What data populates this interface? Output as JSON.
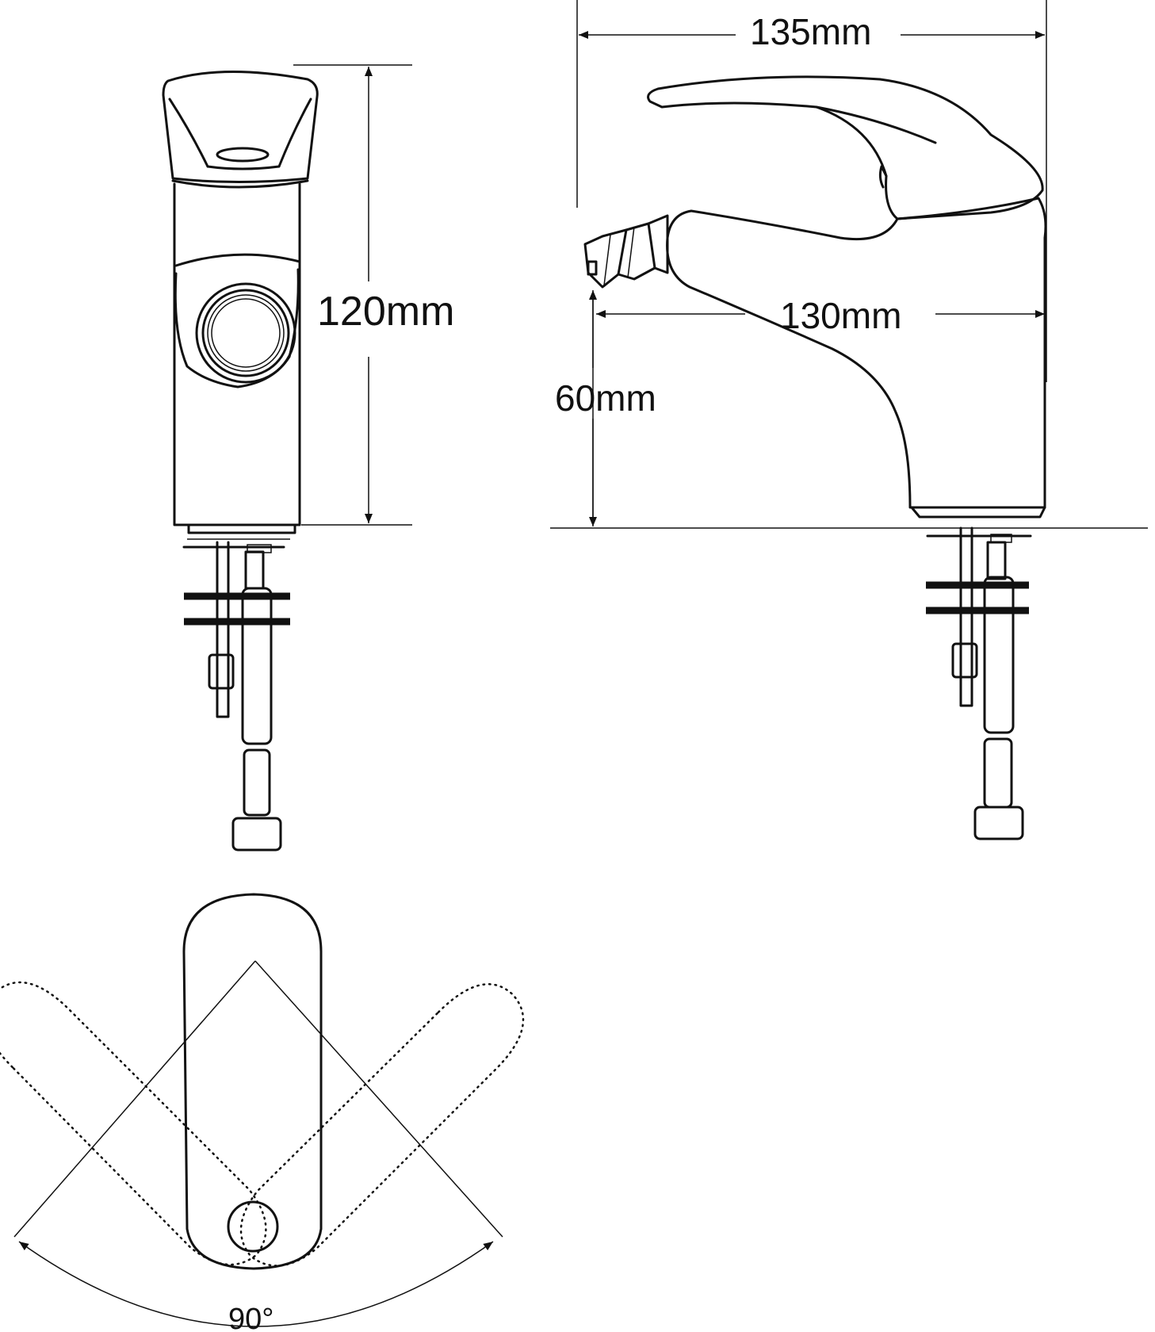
{
  "dimensions": {
    "total_width": "135mm",
    "spout_reach": "130mm",
    "total_height": "120mm",
    "spout_height": "60mm",
    "handle_rotation": "90°"
  },
  "views": [
    "front",
    "side",
    "top"
  ],
  "colors": {
    "line": "#111111",
    "background": "#ffffff"
  }
}
